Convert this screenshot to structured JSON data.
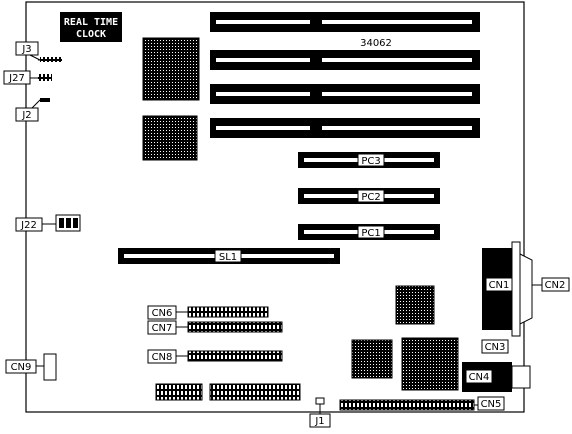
{
  "board": {
    "rtc_line1": "REAL TIME",
    "rtc_line2": "CLOCK",
    "part_number": "34062"
  },
  "labels": {
    "J3": "J3",
    "J27": "J27",
    "J2": "J2",
    "J22": "J22",
    "CN9": "CN9",
    "PC3": "PC3",
    "PC2": "PC2",
    "PC1": "PC1",
    "SL1": "SL1",
    "CN1": "CN1",
    "CN2": "CN2",
    "CN3": "CN3",
    "CN4": "CN4",
    "CN5": "CN5",
    "CN6": "CN6",
    "CN7": "CN7",
    "CN8": "CN8",
    "J1": "J1"
  },
  "colors": {
    "ink": "#000000",
    "paper": "#ffffff"
  }
}
